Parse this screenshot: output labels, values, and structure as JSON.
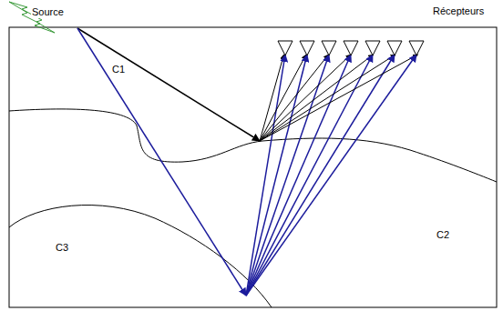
{
  "diagram": {
    "labels": [
      "Source",
      "Récepteurs",
      "C1",
      "C2",
      "C3"
    ]
  }
}
